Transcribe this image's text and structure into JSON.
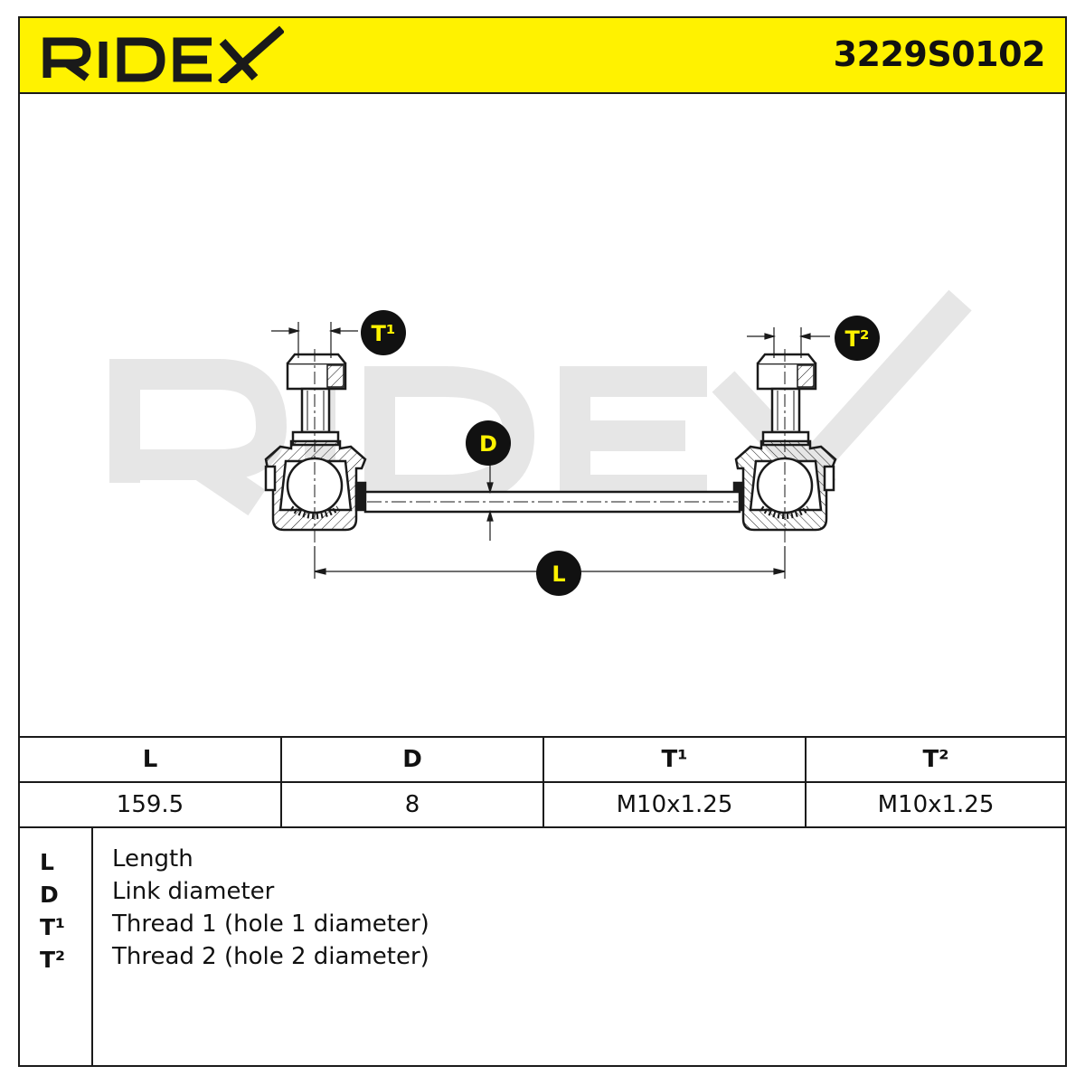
{
  "header": {
    "brand": "RIDEX",
    "part_number": "3229S0102",
    "colors": {
      "banner": "#fff200",
      "ink": "#1a1a1a",
      "watermark": "#e6e6e6"
    }
  },
  "drawing": {
    "callouts": {
      "t1": "T¹",
      "t2": "T²",
      "d": "D",
      "l": "L"
    },
    "watermark": "RIDEX"
  },
  "spec_table": {
    "headers": [
      "L",
      "D",
      "T¹",
      "T²"
    ],
    "values": [
      "159.5",
      "8",
      "M10x1.25",
      "M10x1.25"
    ]
  },
  "legend": [
    {
      "symbol": "L",
      "description": "Length"
    },
    {
      "symbol": "D",
      "description": "Link diameter"
    },
    {
      "symbol": "T¹",
      "description": "Thread 1 (hole 1 diameter)"
    },
    {
      "symbol": "T²",
      "description": "Thread 2 (hole 2 diameter)"
    }
  ]
}
